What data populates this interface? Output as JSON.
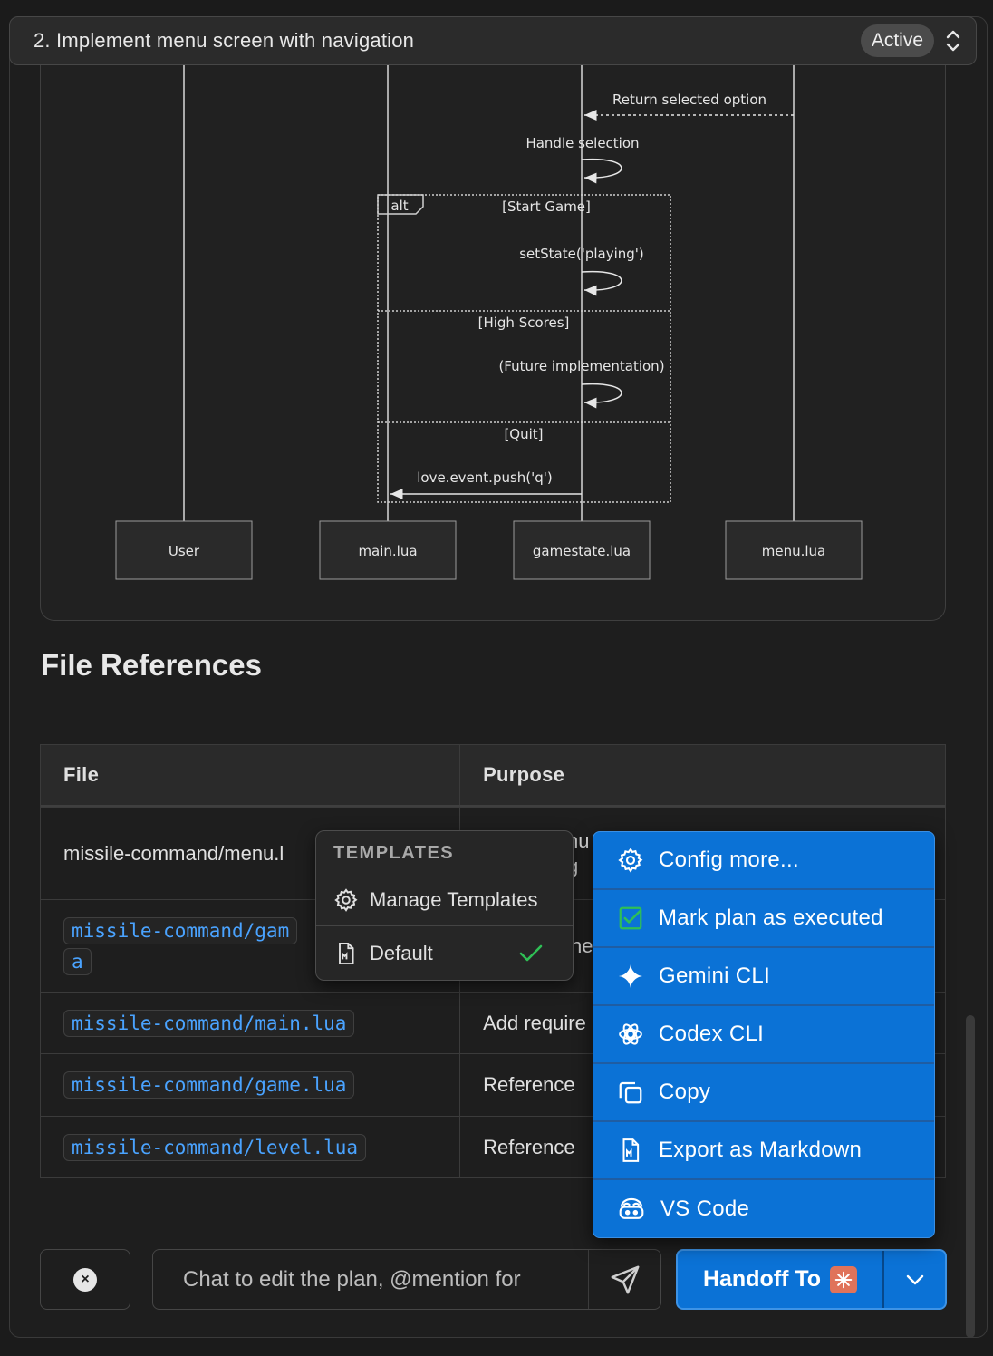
{
  "header": {
    "title": "2. Implement menu screen with navigation",
    "status": "Active"
  },
  "diagram": {
    "participants": [
      "User",
      "main.lua",
      "gamestate.lua",
      "menu.lua"
    ],
    "messages": {
      "return_selected": "Return selected option",
      "handle_selection": "Handle selection",
      "set_state": "setState('playing')",
      "future": "(Future implementation)",
      "love_event": "love.event.push('q')"
    },
    "alt": {
      "label": "alt",
      "start_game": "[Start Game]",
      "high_scores": "[High Scores]",
      "quit": "[Quit]"
    }
  },
  "file_references": {
    "title": "File References",
    "columns": [
      "File",
      "Purpose"
    ],
    "rows": [
      {
        "file": "missile-command/menu.l",
        "purpose_line1": "nu",
        "purpose_line2": "g"
      },
      {
        "file_line1": "missile-command/gam",
        "file_line2": "a",
        "purpose": "ne"
      },
      {
        "file": "missile-command/main.lua",
        "purpose": "Add require"
      },
      {
        "file": "missile-command/game.lua",
        "purpose": "Reference"
      },
      {
        "file": "missile-command/level.lua",
        "purpose": "Reference"
      }
    ]
  },
  "templates_popup": {
    "label": "TEMPLATES",
    "manage": "Manage Templates",
    "default": "Default"
  },
  "handoff_menu": {
    "items": [
      {
        "label": "Config more...",
        "icon": "gear-icon"
      },
      {
        "label": "Mark plan as executed",
        "icon": "checkbox-icon"
      },
      {
        "label": "Gemini CLI",
        "icon": "gemini-icon"
      },
      {
        "label": "Codex CLI",
        "icon": "openai-icon"
      },
      {
        "label": "Copy",
        "icon": "copy-icon"
      },
      {
        "label": "Export as Markdown",
        "icon": "markdown-file-icon"
      },
      {
        "label": "VS Code",
        "icon": "copilot-icon"
      }
    ]
  },
  "bottom_bar": {
    "chat_placeholder": "Chat to edit the plan, @mention for",
    "handoff_label": "Handoff To"
  },
  "colors": {
    "accent": "#0b72d6",
    "link": "#4aa3ff",
    "check": "#2fbf55"
  }
}
